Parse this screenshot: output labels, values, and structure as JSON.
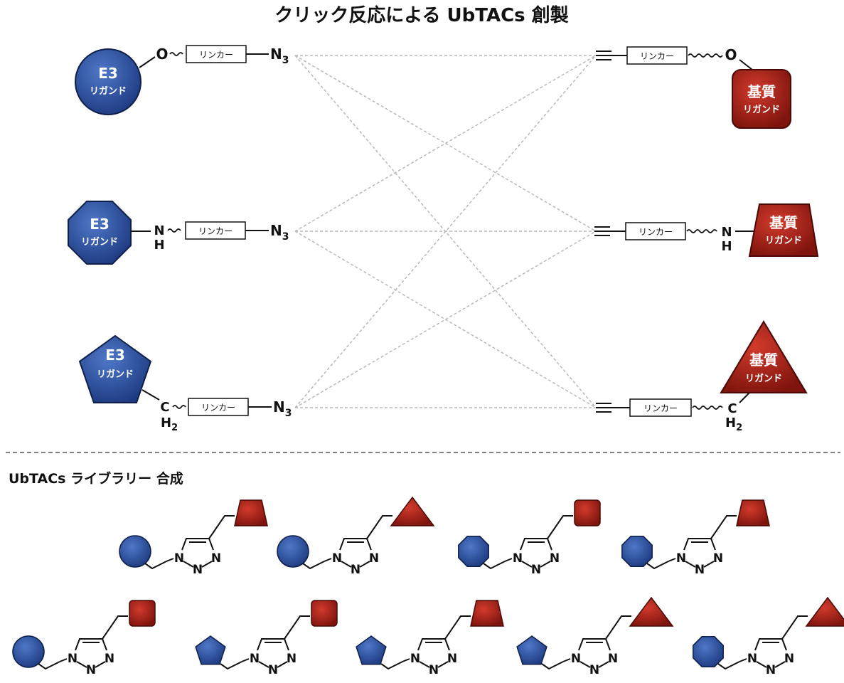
{
  "title": "クリック反応による UbTACs 創製",
  "library_title": "UbTACs ライブラリー 合成",
  "linker_label": "リンカー",
  "e3_ligand": {
    "line1": "E3",
    "line2": "リガンド"
  },
  "substrate_ligand": {
    "line1": "基質",
    "line2": "リガンド"
  },
  "atoms": {
    "oxygen": "O",
    "nitrogen": "N",
    "hydrogen": "H",
    "carbon": "C",
    "h2": "H",
    "h2_sub": "2",
    "azide": "N",
    "azide_sub": "3"
  },
  "colors": {
    "e3_blue": "#2f55a6",
    "substrate_red": "#b5231a",
    "dashed_lines": "#b8b8b8"
  }
}
